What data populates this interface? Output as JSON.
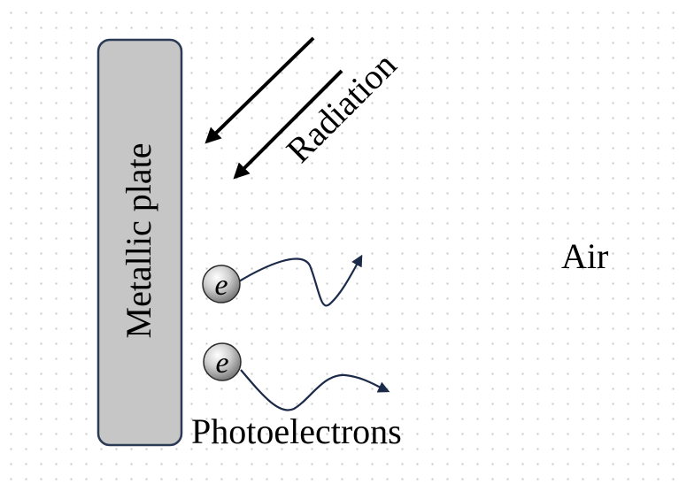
{
  "labels": {
    "plate": "Metallic plate",
    "radiation": "Radiation",
    "air": "Air",
    "photoelectrons": "Photoelectrons"
  },
  "electrons": [
    {
      "symbol": "e"
    },
    {
      "symbol": "e"
    }
  ],
  "colors": {
    "plate_fill": "#c6c6c6",
    "plate_border": "#2b3a55",
    "electron_path": "#1c2a4a",
    "arrow": "#000000"
  }
}
